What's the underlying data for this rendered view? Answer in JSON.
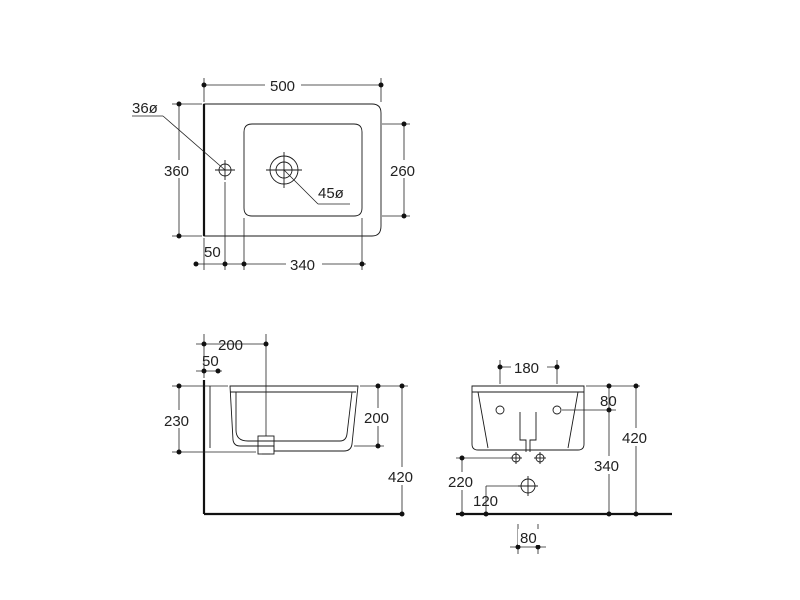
{
  "top_view": {
    "width": "500",
    "depth": "360",
    "basin_depth": "260",
    "tap_hole": "36ø",
    "drain": "45ø",
    "tap_offset": "50",
    "basin_width": "340"
  },
  "side_view": {
    "top_dim": "200",
    "wall_offset": "50",
    "outer_height": "230",
    "inner_height": "200",
    "mount_height": "420"
  },
  "front_view": {
    "hole_spacing": "180",
    "hole_height": "80",
    "mount_height": "420",
    "waste_height": "340",
    "trap_height": "220",
    "trap_offset": "120",
    "trap_width": "80"
  }
}
